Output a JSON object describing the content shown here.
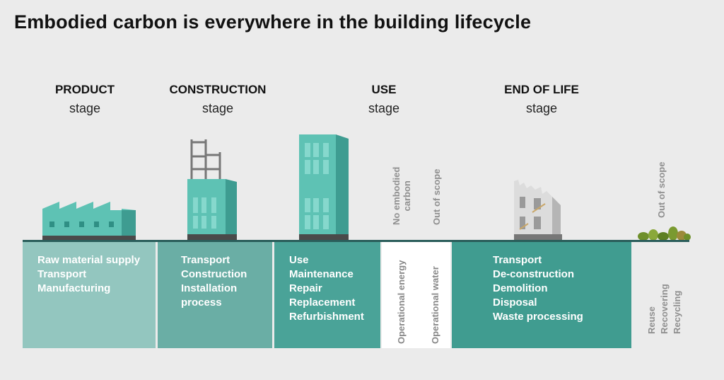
{
  "title": "Embodied carbon is everywhere in the building lifecycle",
  "stages": [
    {
      "name": "PRODUCT",
      "sub": "stage"
    },
    {
      "name": "CONSTRUCTION",
      "sub": "stage"
    },
    {
      "name": "USE",
      "sub": "stage"
    },
    {
      "name": "END OF LIFE",
      "sub": "stage"
    }
  ],
  "product": {
    "lines": [
      "Raw material supply",
      "Transport",
      "Manufacturing"
    ]
  },
  "construction": {
    "lines": [
      "Transport",
      "Construction",
      "Installation",
      "process"
    ]
  },
  "use": {
    "lines": [
      "Use",
      "Maintenance",
      "Repair",
      "Replacement",
      "Refurbishment"
    ]
  },
  "use_operational": {
    "top_left": [
      "No embodied",
      "carbon"
    ],
    "top_right": "Out of scope",
    "bottom_left": "Operational energy",
    "bottom_right": "Operational water"
  },
  "end_of_life": {
    "lines": [
      "Transport",
      "De-construction",
      "Demolition",
      "Disposal",
      "Waste processing"
    ]
  },
  "beyond": {
    "top": "Out of scope",
    "bottom": [
      "Reuse",
      "Recovering",
      "Recycling"
    ]
  },
  "colors": {
    "product_box": "#93c6bf",
    "construction_box": "#6aaea5",
    "use_box": "#4aa398",
    "eol_box": "#409c90",
    "building": "#5ec2b4",
    "ground": "#2a5d5a",
    "background": "#ebebeb"
  }
}
